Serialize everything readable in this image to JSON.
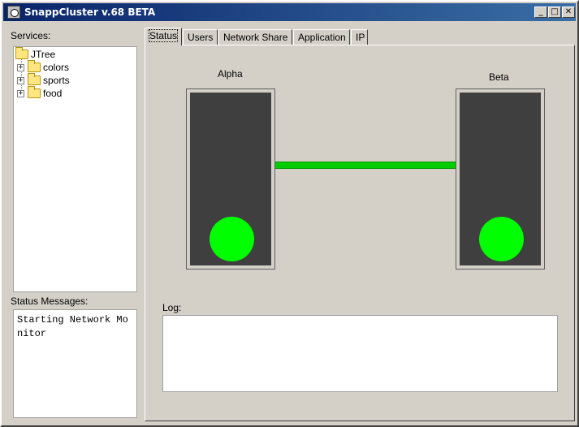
{
  "window": {
    "title": "SnappCluster v.68 BETA",
    "minimize_glyph": "_",
    "maximize_glyph": "□",
    "close_glyph": "✕"
  },
  "services": {
    "label": "Services:",
    "root": "JTree",
    "children": [
      {
        "label": "colors",
        "expander": "+"
      },
      {
        "label": "sports",
        "expander": "+"
      },
      {
        "label": "food",
        "expander": "+"
      }
    ]
  },
  "status_messages": {
    "label": "Status Messages:",
    "text": "Starting Network Monitor"
  },
  "tabs": [
    {
      "label": "Status",
      "active": true
    },
    {
      "label": "Users",
      "active": false
    },
    {
      "label": "Network Share",
      "active": false
    },
    {
      "label": "Application",
      "active": false
    },
    {
      "label": "IP",
      "active": false
    }
  ],
  "cluster": {
    "nodes": [
      {
        "name": "Alpha",
        "status_color": "#00ff00"
      },
      {
        "name": "Beta",
        "status_color": "#00ff00"
      }
    ],
    "link_color": "#00cc00"
  },
  "log": {
    "label": "Log:",
    "text": ""
  }
}
